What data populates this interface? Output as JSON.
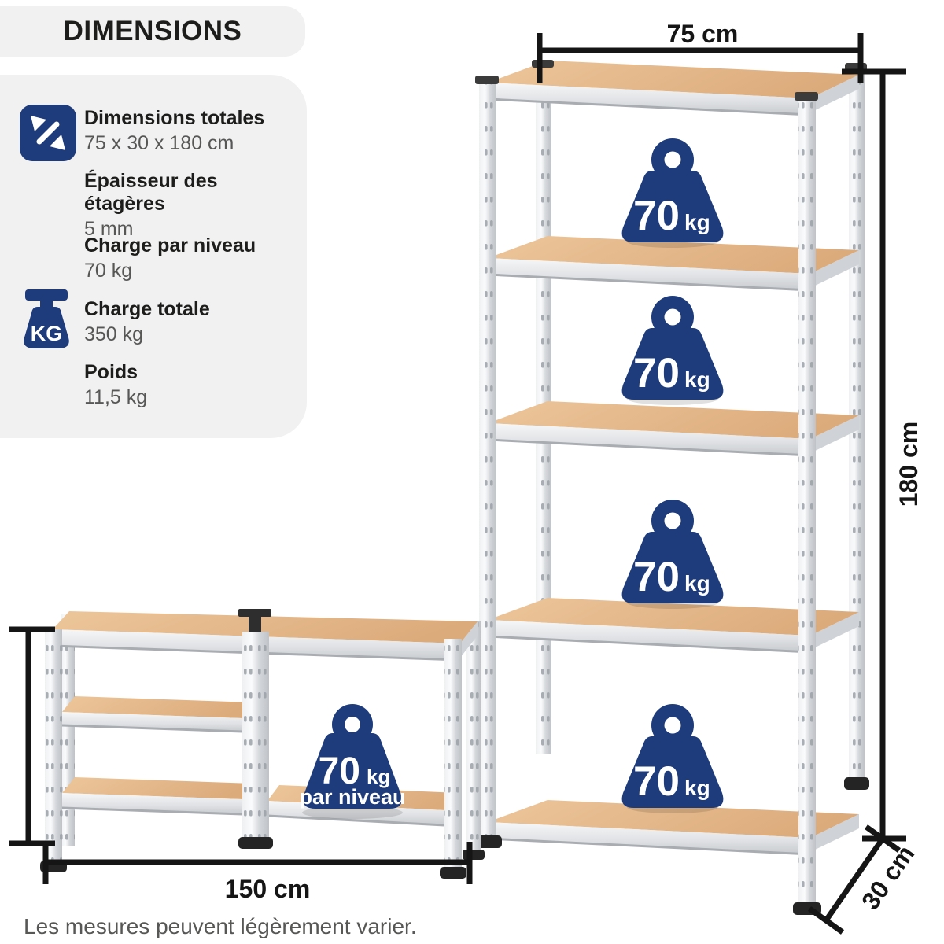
{
  "title": "DIMENSIONS",
  "panel": {
    "kg_icon_label": "KG",
    "items": [
      {
        "icon": "diagonal-arrows-icon",
        "label": "Dimensions totales",
        "value": "75 x 30 x 180 cm"
      },
      {
        "icon": null,
        "label": "Épaisseur des étagères",
        "value": "5 mm"
      },
      {
        "icon": null,
        "label": "Charge par niveau",
        "value": "70 kg"
      },
      {
        "icon": "kg-weight-icon",
        "label": "Charge totale",
        "value": "350 kg"
      },
      {
        "icon": null,
        "label": "Poids",
        "value": "11,5 kg"
      }
    ]
  },
  "dimension_labels": {
    "width": "75 cm",
    "height": "180 cm",
    "depth": "30 cm",
    "bench_width": "150 cm"
  },
  "shelf_badge": {
    "value": "70",
    "unit": "kg"
  },
  "bench_badge": {
    "value": "70",
    "unit": "kg",
    "note": "par niveau"
  },
  "footnote": "Les mesures peuvent légèrement varier.",
  "colors": {
    "accent_navy": "#1e3c7b",
    "panel_bg": "#f1f1f2",
    "text_dark": "#1d1d1b",
    "text_gray": "#575756",
    "wood": "#e5b98c",
    "steel": "#d9dbde",
    "dimension_line": "#151515"
  }
}
